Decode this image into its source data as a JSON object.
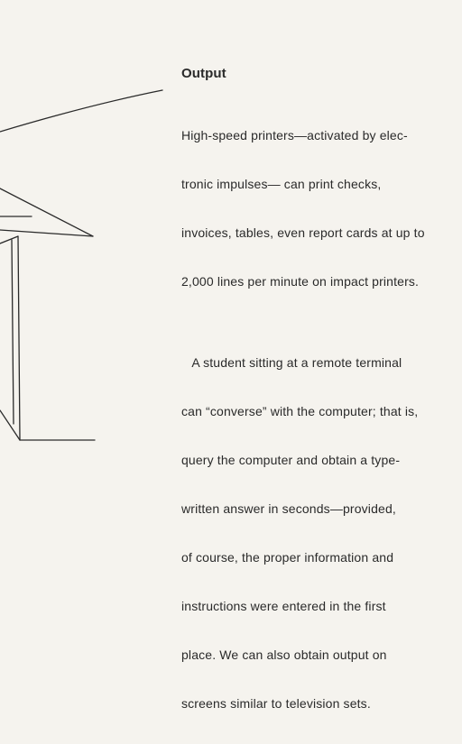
{
  "section": {
    "heading": "Output",
    "paragraph1_lines": [
      "High-speed printers—activated by elec-",
      "tronic impulses— can print checks,",
      "invoices, tables, even report cards at up to",
      "2,000 lines per minute on impact printers."
    ],
    "paragraph2_lines": [
      "   A student sitting at a remote terminal",
      "can “converse” with the computer; that is,",
      "query the computer and obtain a type-",
      "written answer in seconds—provided,",
      "of course, the proper information and",
      "instructions were entered in the first",
      "place. We can also obtain output on",
      "screens similar to television sets."
    ]
  },
  "colors": {
    "paper": "#f5f3ee",
    "ink": "#2a2a2a"
  }
}
